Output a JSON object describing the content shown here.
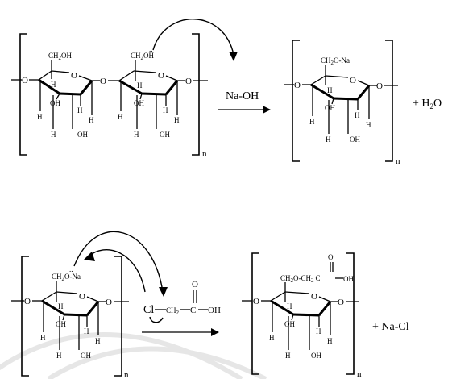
{
  "reaction1": {
    "reagent": "Na-OH",
    "byproduct": "+ H",
    "byproduct_sub": "2",
    "byproduct_tail": "O",
    "repeat_label": "n",
    "product_repeat_label": "n",
    "unit1": {
      "ring_o": "O",
      "ch2oh": "CH",
      "ch2oh_sub": "2",
      "ch2oh_tail": "OH",
      "h_c5": "H",
      "oh_c3": "OH",
      "h_c4": "H",
      "h_c2": "H",
      "h_c3": "H",
      "oh_c2": "OH"
    },
    "unit2": {
      "ring_o": "O",
      "ch2oh": "CH",
      "ch2oh_sub": "2",
      "ch2oh_tail": "OH",
      "lone_pair": "..",
      "h_c5": "H",
      "oh_c3": "OH",
      "h_c4": "H",
      "h_c2": "H",
      "h_c3": "H",
      "oh_c2": "OH"
    },
    "product": {
      "ring_o": "O",
      "ch2ona": "CH",
      "ch2ona_sub": "2",
      "ch2ona_tail": "O-Na",
      "h_c5": "H",
      "oh_c3": "OH",
      "h_c4": "H",
      "h_c2": "H",
      "h_c3": "H",
      "oh_c2": "OH"
    },
    "glycosidic_o": "O"
  },
  "reaction2": {
    "reagent_cl": "Cl",
    "reagent_ch2": "CH",
    "reagent_ch2_sub": "2",
    "reagent_c": "C",
    "reagent_o": "O",
    "reagent_oh": "OH",
    "byproduct": "+ Na-Cl",
    "repeat_label": "n",
    "product_repeat_label": "n",
    "reactant": {
      "ring_o": "O",
      "ch2ona": "CH",
      "ch2ona_sub": "2",
      "ch2ona_tail": "O-Na",
      "lone_pair": "..",
      "h_c5": "H",
      "oh_c3": "OH",
      "h_c4": "H",
      "h_c2": "H",
      "h_c3": "H",
      "oh_c2": "OH"
    },
    "product": {
      "ring_o": "O",
      "side_chain": "CH",
      "side_sub1": "2",
      "side_mid": "O-CH",
      "side_sub2": "2",
      "side_c": "C",
      "side_oh": "OH",
      "carbonyl_o": "O",
      "h_c5": "H",
      "oh_c3": "OH",
      "h_c4": "H",
      "h_c2": "H",
      "h_c3": "H",
      "oh_c2": "OH"
    },
    "glycosidic_o": "O"
  },
  "colors": {
    "ink": "#000000",
    "background": "#ffffff",
    "watermark": "#e6e6e6"
  }
}
